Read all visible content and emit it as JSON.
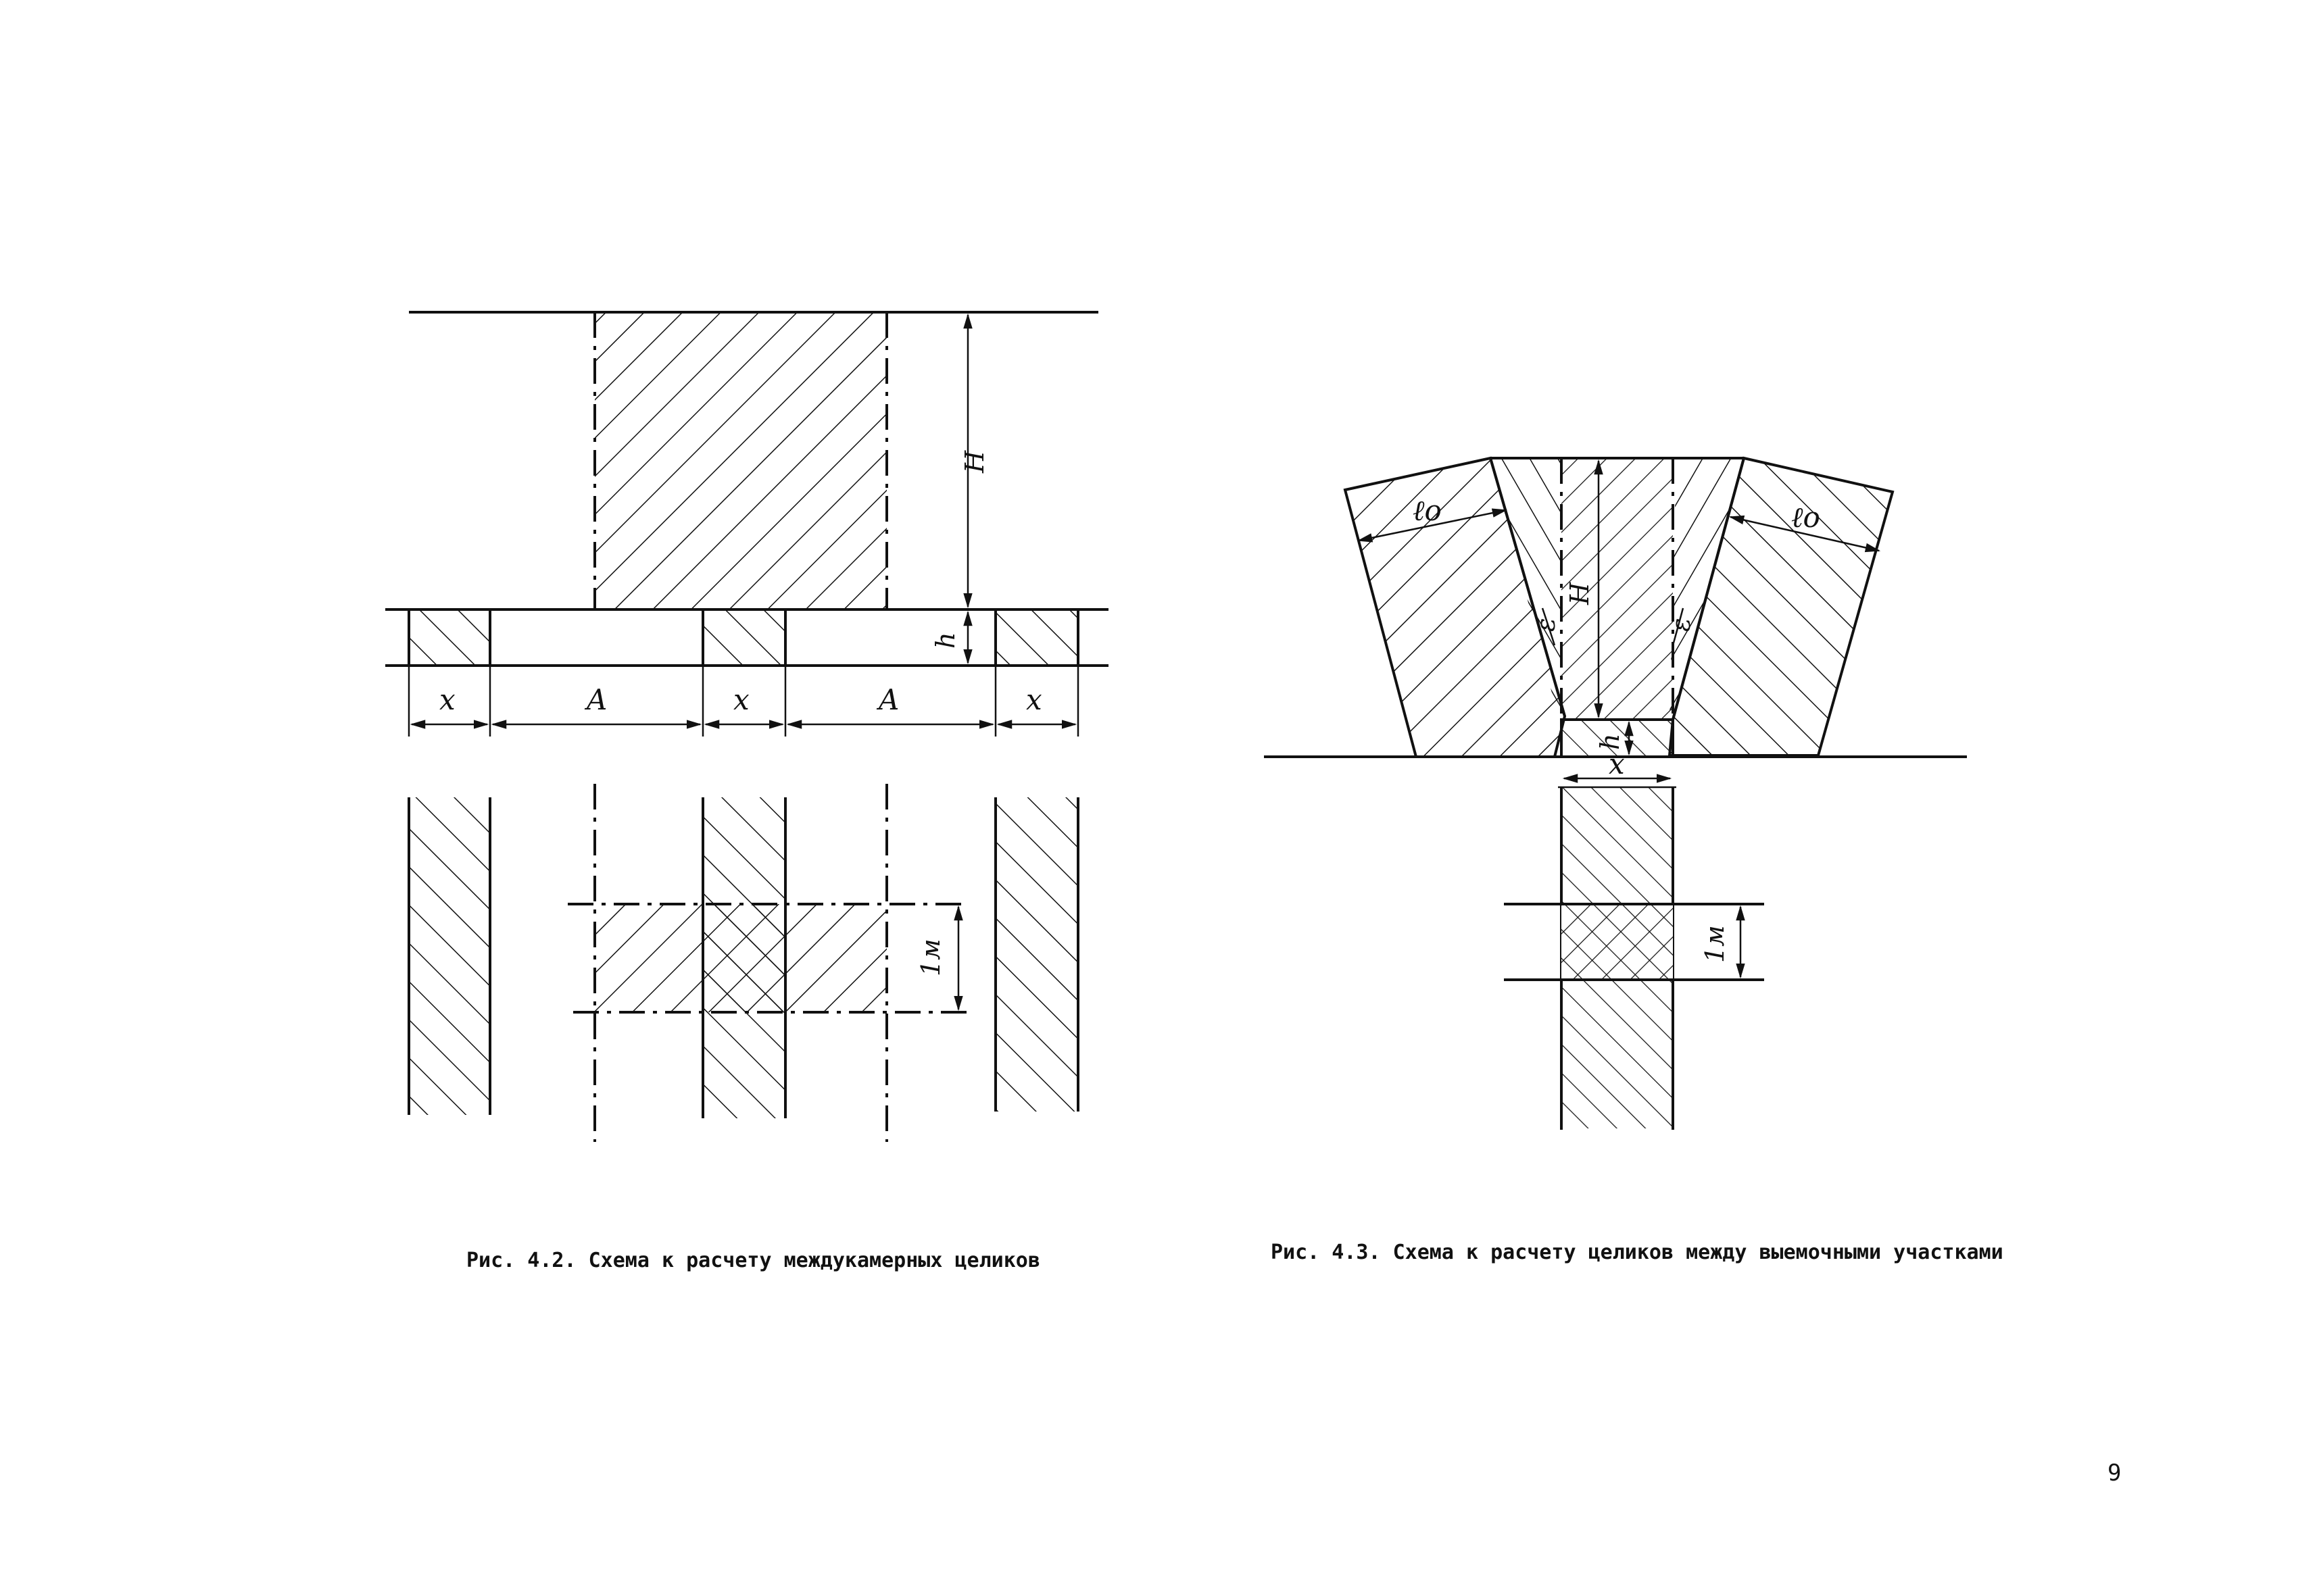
{
  "figure_left": {
    "caption": "Рис. 4.2. Схема к расчету междукамерных целиков",
    "labels": {
      "H": "H",
      "h": "h",
      "x": "x",
      "A": "A",
      "one_m": "1м"
    }
  },
  "figure_right": {
    "caption": "Рис. 4.3. Схема к расчету целиков между выемочными участками",
    "labels": {
      "H": "H",
      "h": "h",
      "x": "x",
      "l0": "ℓo",
      "eps": "ε",
      "one_m": "1м"
    }
  },
  "page_number": "9"
}
